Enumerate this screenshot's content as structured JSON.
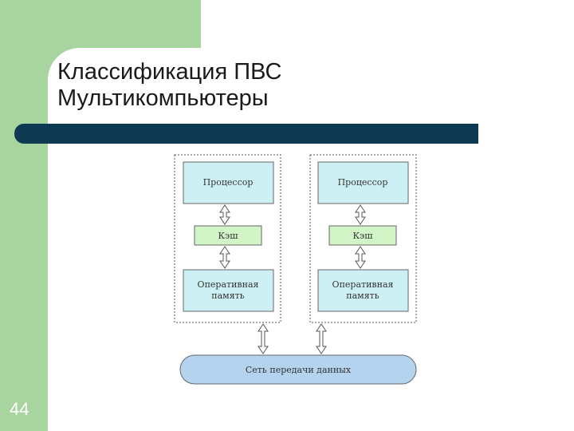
{
  "slide": {
    "title_line1": "Классификация ПВС",
    "title_line2": "Мультикомпьютеры",
    "number": "44"
  },
  "diagram": {
    "node1": {
      "processor": "Процессор",
      "cache": "Кэш",
      "memory_line1": "Оперативная",
      "memory_line2": "память"
    },
    "node2": {
      "processor": "Процессор",
      "cache": "Кэш",
      "memory_line1": "Оперативная",
      "memory_line2": "память"
    },
    "network": "Сеть передачи данных"
  },
  "colors": {
    "accent_green": "#a8d4a0",
    "title_bar": "#0d3a52",
    "box_fill": "#cdf0f4",
    "cache_fill": "#d2f5c8",
    "network_fill": "#b3d3ef"
  }
}
